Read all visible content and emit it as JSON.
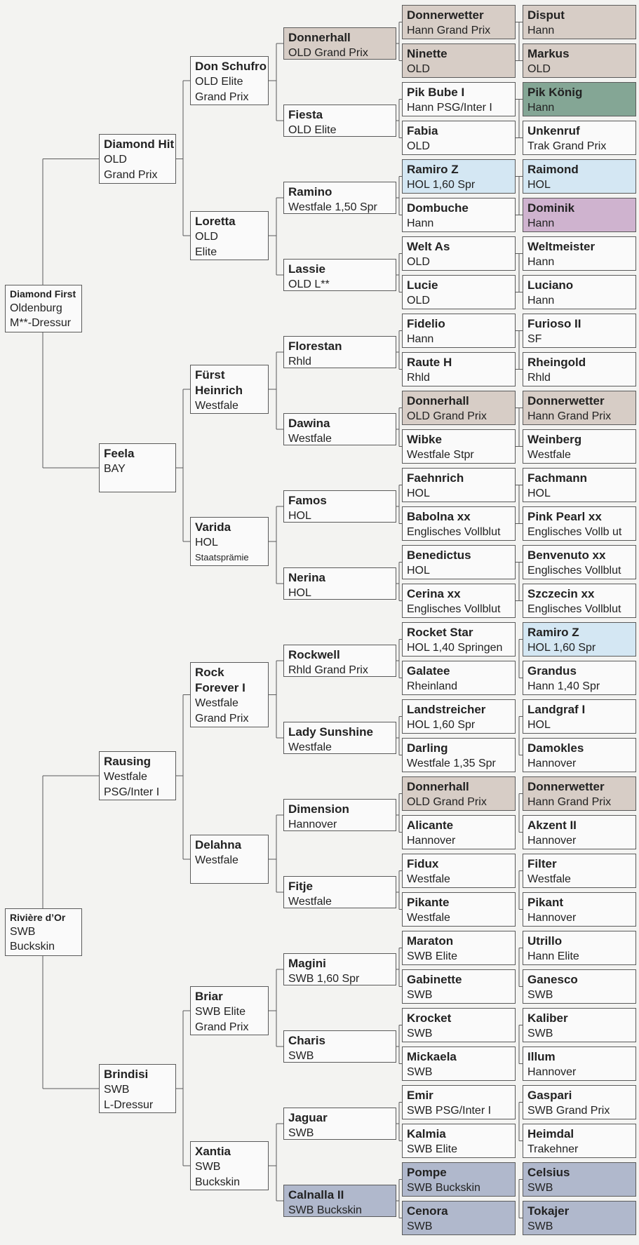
{
  "colors": {
    "default_box": "#fafafa",
    "tan": "#d7cdc6",
    "green": "#84a695",
    "blue": "#d4e7f3",
    "purple": "#cfb3cf",
    "slate": "#b0b8cc",
    "line": "#5a5a5a"
  },
  "subjects": [
    {
      "name": "Diamond First",
      "lines": [
        "Oldenburg",
        "M**-Dressur"
      ]
    },
    {
      "name": "Rivière d’Or",
      "lines": [
        "SWB",
        "Buckskin"
      ]
    }
  ],
  "gen1": [
    {
      "name": "Diamond Hit",
      "lines": [
        "OLD",
        "Grand Prix"
      ]
    },
    {
      "name": "Feela",
      "lines": [
        "BAY"
      ]
    },
    {
      "name": "Rausing",
      "lines": [
        "Westfale",
        "PSG/Inter I"
      ]
    },
    {
      "name": "Brindisi",
      "lines": [
        "SWB",
        "L-Dressur"
      ]
    }
  ],
  "gen2": [
    {
      "name": "Don Schufro",
      "lines": [
        "OLD Elite",
        "Grand Prix"
      ]
    },
    {
      "name": "Loretta",
      "lines": [
        "OLD",
        "Elite"
      ]
    },
    {
      "name": "Fürst Heinrich",
      "lines": [
        "Westfale"
      ]
    },
    {
      "name": "Varida",
      "lines": [
        "HOL",
        "Staatsprämie"
      ]
    },
    {
      "name": "Rock Forever I",
      "lines": [
        "Westfale",
        "Grand Prix"
      ]
    },
    {
      "name": "Delahna",
      "lines": [
        "Westfale"
      ]
    },
    {
      "name": "Briar",
      "lines": [
        "SWB Elite",
        "Grand Prix"
      ]
    },
    {
      "name": "Xantia",
      "lines": [
        "SWB",
        "Buckskin"
      ]
    }
  ],
  "gen3": [
    {
      "name": "Donnerhall",
      "lines": [
        "OLD Grand Prix"
      ],
      "color": "tan"
    },
    {
      "name": "Fiesta",
      "lines": [
        "OLD Elite"
      ]
    },
    {
      "name": "Ramino",
      "lines": [
        "Westfale 1,50 Spr"
      ]
    },
    {
      "name": "Lassie",
      "lines": [
        "OLD L**"
      ]
    },
    {
      "name": "Florestan",
      "lines": [
        "Rhld"
      ]
    },
    {
      "name": "Dawina",
      "lines": [
        "Westfale"
      ]
    },
    {
      "name": "Famos",
      "lines": [
        "HOL"
      ]
    },
    {
      "name": "Nerina",
      "lines": [
        "HOL"
      ]
    },
    {
      "name": "Rockwell",
      "lines": [
        "Rhld Grand Prix"
      ]
    },
    {
      "name": "Lady Sunshine",
      "lines": [
        "Westfale"
      ]
    },
    {
      "name": "Dimension",
      "lines": [
        "Hannover"
      ]
    },
    {
      "name": "Fitje",
      "lines": [
        "Westfale"
      ]
    },
    {
      "name": "Magini",
      "lines": [
        "SWB 1,60 Spr"
      ]
    },
    {
      "name": "Charis",
      "lines": [
        "SWB"
      ]
    },
    {
      "name": "Jaguar",
      "lines": [
        "SWB"
      ]
    },
    {
      "name": "Calnalla II",
      "lines": [
        "SWB Buckskin"
      ],
      "color": "slate"
    }
  ],
  "gen4": [
    {
      "name": "Donnerwetter",
      "lines": [
        "Hann Grand Prix"
      ],
      "color": "tan"
    },
    {
      "name": "Ninette",
      "lines": [
        "OLD"
      ],
      "color": "tan"
    },
    {
      "name": "Pik Bube I",
      "lines": [
        "Hann PSG/Inter I"
      ]
    },
    {
      "name": "Fabia",
      "lines": [
        "OLD"
      ]
    },
    {
      "name": "Ramiro Z",
      "lines": [
        "HOL 1,60 Spr"
      ],
      "color": "blue"
    },
    {
      "name": "Dombuche",
      "lines": [
        "Hann"
      ]
    },
    {
      "name": "Welt As",
      "lines": [
        "OLD"
      ]
    },
    {
      "name": "Lucie",
      "lines": [
        "OLD"
      ]
    },
    {
      "name": "Fidelio",
      "lines": [
        "Hann"
      ]
    },
    {
      "name": "Raute H",
      "lines": [
        "Rhld"
      ]
    },
    {
      "name": "Donnerhall",
      "lines": [
        "OLD Grand Prix"
      ],
      "color": "tan"
    },
    {
      "name": "Wibke",
      "lines": [
        "Westfale Stpr"
      ]
    },
    {
      "name": "Faehnrich",
      "lines": [
        "HOL"
      ]
    },
    {
      "name": "Babolna xx",
      "lines": [
        "Englisches Vollblut"
      ]
    },
    {
      "name": "Benedictus",
      "lines": [
        "HOL"
      ]
    },
    {
      "name": "Cerina xx",
      "lines": [
        "Englisches Vollblut"
      ]
    },
    {
      "name": "Rocket Star",
      "lines": [
        "HOL 1,40 Springen"
      ]
    },
    {
      "name": "Galatee",
      "lines": [
        "Rheinland"
      ]
    },
    {
      "name": "Landstreicher",
      "lines": [
        "HOL 1,60 Spr"
      ]
    },
    {
      "name": "Darling",
      "lines": [
        "Westfale 1,35 Spr"
      ]
    },
    {
      "name": "Donnerhall",
      "lines": [
        "OLD Grand Prix"
      ],
      "color": "tan"
    },
    {
      "name": "Alicante",
      "lines": [
        "Hannover"
      ]
    },
    {
      "name": "Fidux",
      "lines": [
        "Westfale"
      ]
    },
    {
      "name": "Pikante",
      "lines": [
        "Westfale"
      ]
    },
    {
      "name": "Maraton",
      "lines": [
        "SWB Elite"
      ]
    },
    {
      "name": "Gabinette",
      "lines": [
        "SWB"
      ]
    },
    {
      "name": "Krocket",
      "lines": [
        "SWB"
      ]
    },
    {
      "name": "Mickaela",
      "lines": [
        "SWB"
      ]
    },
    {
      "name": "Emir",
      "lines": [
        "SWB PSG/Inter I"
      ]
    },
    {
      "name": "Kalmia",
      "lines": [
        "SWB Elite"
      ]
    },
    {
      "name": "Pompe",
      "lines": [
        "SWB Buckskin"
      ],
      "color": "slate"
    },
    {
      "name": "Cenora",
      "lines": [
        "SWB"
      ],
      "color": "slate"
    }
  ],
  "gen5": [
    {
      "name": "Disput",
      "lines": [
        "Hann"
      ],
      "color": "tan"
    },
    {
      "name": "Markus",
      "lines": [
        "OLD"
      ],
      "color": "tan"
    },
    {
      "name": "Pik König",
      "lines": [
        "Hann"
      ],
      "color": "green"
    },
    {
      "name": "Unkenruf",
      "lines": [
        "Trak Grand Prix"
      ]
    },
    {
      "name": "Raimond",
      "lines": [
        "HOL"
      ],
      "color": "blue"
    },
    {
      "name": "Dominik",
      "lines": [
        "Hann"
      ],
      "color": "purple"
    },
    {
      "name": "Weltmeister",
      "lines": [
        "Hann"
      ]
    },
    {
      "name": "Luciano",
      "lines": [
        "Hann"
      ]
    },
    {
      "name": "Furioso II",
      "lines": [
        "SF"
      ]
    },
    {
      "name": "Rheingold",
      "lines": [
        "Rhld"
      ]
    },
    {
      "name": "Donnerwetter",
      "lines": [
        "Hann Grand Prix"
      ],
      "color": "tan"
    },
    {
      "name": "Weinberg",
      "lines": [
        "Westfale"
      ]
    },
    {
      "name": "Fachmann",
      "lines": [
        "HOL"
      ]
    },
    {
      "name": "Pink Pearl xx",
      "lines": [
        "Englisches Vollb ut"
      ]
    },
    {
      "name": "Benvenuto xx",
      "lines": [
        "Englisches Vollblut"
      ]
    },
    {
      "name": "Szczecin xx",
      "lines": [
        "Englisches Vollblut"
      ]
    },
    {
      "name": "Ramiro Z",
      "lines": [
        "HOL 1,60 Spr"
      ],
      "color": "blue"
    },
    {
      "name": "Grandus",
      "lines": [
        "Hann 1,40 Spr"
      ]
    },
    {
      "name": "Landgraf I",
      "lines": [
        "HOL"
      ]
    },
    {
      "name": "Damokles",
      "lines": [
        "Hannover"
      ]
    },
    {
      "name": "Donnerwetter",
      "lines": [
        "Hann Grand Prix"
      ],
      "color": "tan"
    },
    {
      "name": "Akzent II",
      "lines": [
        "Hannover"
      ]
    },
    {
      "name": "Filter",
      "lines": [
        "Westfale"
      ]
    },
    {
      "name": "Pikant",
      "lines": [
        "Hannover"
      ]
    },
    {
      "name": "Utrillo",
      "lines": [
        "Hann Elite"
      ]
    },
    {
      "name": "Ganesco",
      "lines": [
        "SWB"
      ]
    },
    {
      "name": "Kaliber",
      "lines": [
        "SWB"
      ]
    },
    {
      "name": "Illum",
      "lines": [
        "Hannover"
      ]
    },
    {
      "name": "Gaspari",
      "lines": [
        "SWB Grand Prix"
      ]
    },
    {
      "name": "Heimdal",
      "lines": [
        "Trakehner"
      ]
    },
    {
      "name": "Celsius",
      "lines": [
        "SWB"
      ],
      "color": "slate"
    },
    {
      "name": "Tokajer",
      "lines": [
        "SWB"
      ],
      "color": "slate"
    }
  ]
}
